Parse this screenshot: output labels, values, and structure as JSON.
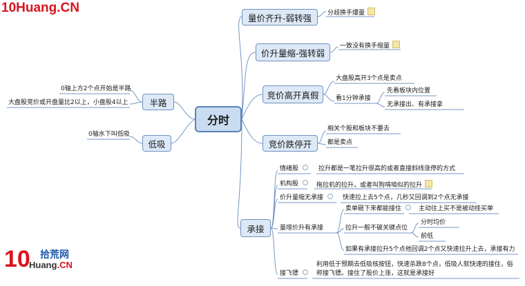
{
  "watermark": {
    "text": "10Huang.CN"
  },
  "logo": {
    "chars": "10",
    "name": "拾荒网",
    "url_prefix": "Huang",
    "url_suffix": ".CN"
  },
  "root": {
    "label": "分时"
  },
  "branches": {
    "b1": {
      "label": "量价齐升-弱转强",
      "l1": "分歧换手爆量"
    },
    "b2": {
      "label": "价升量缩-强转弱",
      "l1": "一致没有换手缩量"
    },
    "b3": {
      "label": "竞价高开真假",
      "l1": "大盘股高开3个点是卖点",
      "l2": "看1分钟承接",
      "l2a": "先看板块内位置",
      "l2b": "无承接出、有承接拿"
    },
    "b4": {
      "label": "竞价跌停开",
      "l1": "相关个股和板块不要去",
      "l2": "都是卖点"
    },
    "b5": {
      "label": "承接",
      "c1": "情绪股",
      "c1t": "拉升都是一笔拉升很高的或者直接斜线涨停的方式",
      "c2": "机构股",
      "c2t": "拖拉机的拉升，或者叫狗啃啮似的拉升",
      "c3": "价升量缩无承接",
      "c3t": "快速拉上去5个点，几秒又回调到2个点无承接",
      "c4": "量增价升有承接",
      "c4a": "卖单砸下来都能接住",
      "c4a1": "主动往上买不是被动挂买单",
      "c4b": "拉升一般不破关键点位",
      "c4b1": "分时均价",
      "c4b2": "前低",
      "c4c": "如果有承接拉升5个点他回调2个点又快速拉升上去，承接有力",
      "c5": "接飞镖",
      "c5t": "利用低于预期去低吸核按钮，快速杀跌8个点，低吸人就快速的接住，俗称接飞镖。接住了股价上涨，这就是承接好"
    },
    "b6": {
      "label": "半路",
      "l1": "0轴上方2个点开始是半路",
      "l2": "大盘股竞价或开盘量比2以上，小盘股4以上"
    },
    "b7": {
      "label": "低吸",
      "l1": "0轴水下叫低吸"
    }
  },
  "colors": {
    "line": "#7596c4",
    "box_fill": "#dde9f7",
    "box_border": "#6f91bf",
    "watermark": "#d8141e"
  }
}
